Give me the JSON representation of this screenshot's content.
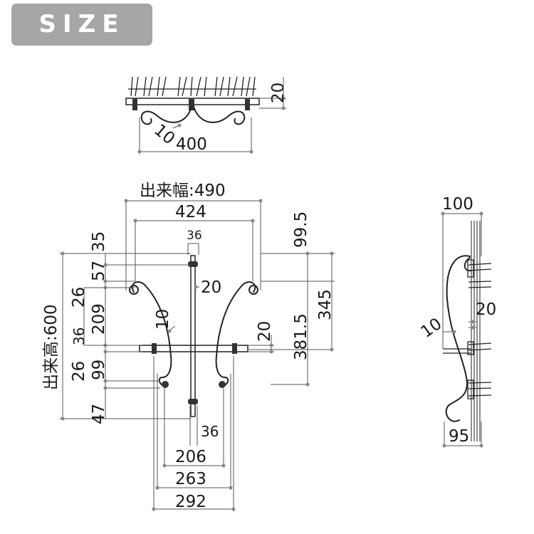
{
  "header": {
    "badge": "SIZE"
  },
  "top_view": {
    "dims": {
      "height": "20",
      "bar": "10",
      "width": "400"
    }
  },
  "front_view": {
    "dims": {
      "overall_width": "出来幅:490",
      "width_424": "424",
      "width_36_top": "36",
      "bar_20": "20",
      "bar_10": "10",
      "shelf_20": "20",
      "width_36_bottom": "36",
      "width_206": "206",
      "width_263": "263",
      "width_292": "292",
      "overall_height": "出来高:600",
      "h_35": "35",
      "h_57": "57",
      "h_26_top": "26",
      "h_209": "209",
      "h_36": "36",
      "h_26_bottom": "26",
      "h_99": "99",
      "h_47": "47",
      "h_99_5": "99.5",
      "h_345": "345",
      "h_381_5": "381.5"
    }
  },
  "side_view": {
    "dims": {
      "depth_top": "100",
      "bar": "10",
      "shelf": "20",
      "depth_bottom": "95"
    }
  },
  "colors": {
    "badge_bg": "#a6a6a6",
    "badge_text": "#ffffff",
    "line": "#222222"
  }
}
